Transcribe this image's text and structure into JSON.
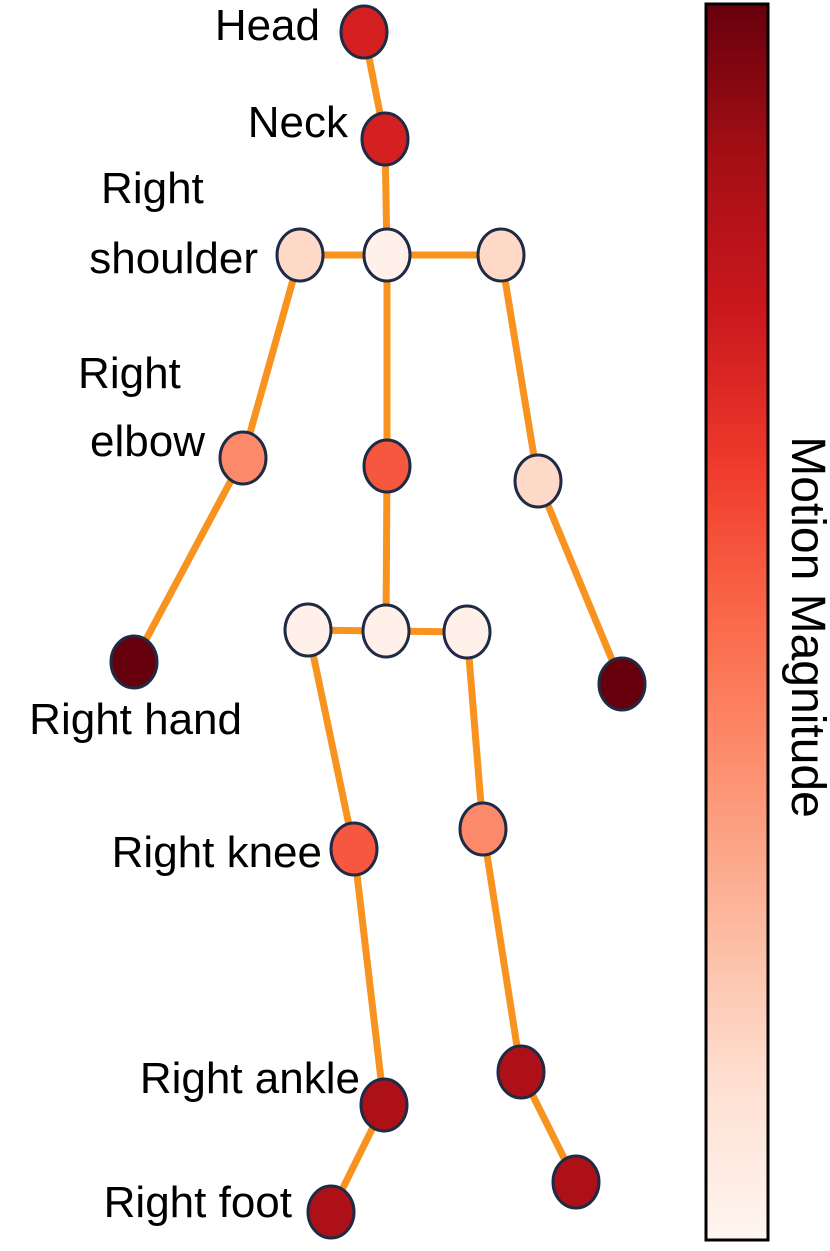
{
  "title": "",
  "colors": {
    "bone": "#f7931e",
    "joint_stroke": "#1f2a44",
    "colorbar_stroke": "#000000",
    "scale": [
      "#fff5f0",
      "#fee0d2",
      "#fcbba1",
      "#fc9272",
      "#fb6a4a",
      "#ef3b2c",
      "#cb181d",
      "#a50f15",
      "#67000d"
    ]
  },
  "colorbar": {
    "label": "Motion Magnitude",
    "orientation": "vertical",
    "min_label": "",
    "max_label": ""
  },
  "joints": [
    {
      "id": "head",
      "label": "Head",
      "magnitude": 0.72
    },
    {
      "id": "neck",
      "label": "Neck",
      "magnitude": 0.72
    },
    {
      "id": "spine-shoulder",
      "label": "",
      "magnitude": 0.03
    },
    {
      "id": "right-shoulder",
      "label": "Right shoulder",
      "magnitude": 0.15
    },
    {
      "id": "left-shoulder",
      "label": "",
      "magnitude": 0.15
    },
    {
      "id": "spine-mid",
      "label": "",
      "magnitude": 0.55
    },
    {
      "id": "right-elbow",
      "label": "Right elbow",
      "magnitude": 0.4
    },
    {
      "id": "left-elbow",
      "label": "",
      "magnitude": 0.15
    },
    {
      "id": "right-hand",
      "label": "Right hand",
      "magnitude": 1.0
    },
    {
      "id": "left-hand",
      "label": "",
      "magnitude": 1.0
    },
    {
      "id": "spine-base",
      "label": "",
      "magnitude": 0.03
    },
    {
      "id": "right-hip",
      "label": "",
      "magnitude": 0.03
    },
    {
      "id": "left-hip",
      "label": "",
      "magnitude": 0.03
    },
    {
      "id": "right-knee",
      "label": "Right knee",
      "magnitude": 0.55
    },
    {
      "id": "left-knee",
      "label": "",
      "magnitude": 0.4
    },
    {
      "id": "right-ankle",
      "label": "Right ankle",
      "magnitude": 0.85
    },
    {
      "id": "left-ankle",
      "label": "",
      "magnitude": 0.85
    },
    {
      "id": "right-foot",
      "label": "Right foot",
      "magnitude": 0.85
    },
    {
      "id": "left-foot",
      "label": "",
      "magnitude": 0.85
    }
  ],
  "bones": [
    [
      "head",
      "neck"
    ],
    [
      "neck",
      "spine-shoulder"
    ],
    [
      "spine-shoulder",
      "right-shoulder"
    ],
    [
      "spine-shoulder",
      "left-shoulder"
    ],
    [
      "spine-shoulder",
      "spine-mid"
    ],
    [
      "right-shoulder",
      "right-elbow"
    ],
    [
      "right-elbow",
      "right-hand"
    ],
    [
      "left-shoulder",
      "left-elbow"
    ],
    [
      "left-elbow",
      "left-hand"
    ],
    [
      "spine-mid",
      "spine-base"
    ],
    [
      "spine-base",
      "right-hip"
    ],
    [
      "spine-base",
      "left-hip"
    ],
    [
      "right-hip",
      "right-knee"
    ],
    [
      "right-knee",
      "right-ankle"
    ],
    [
      "right-ankle",
      "right-foot"
    ],
    [
      "left-hip",
      "left-knee"
    ],
    [
      "left-knee",
      "left-ankle"
    ],
    [
      "left-ankle",
      "left-foot"
    ]
  ]
}
